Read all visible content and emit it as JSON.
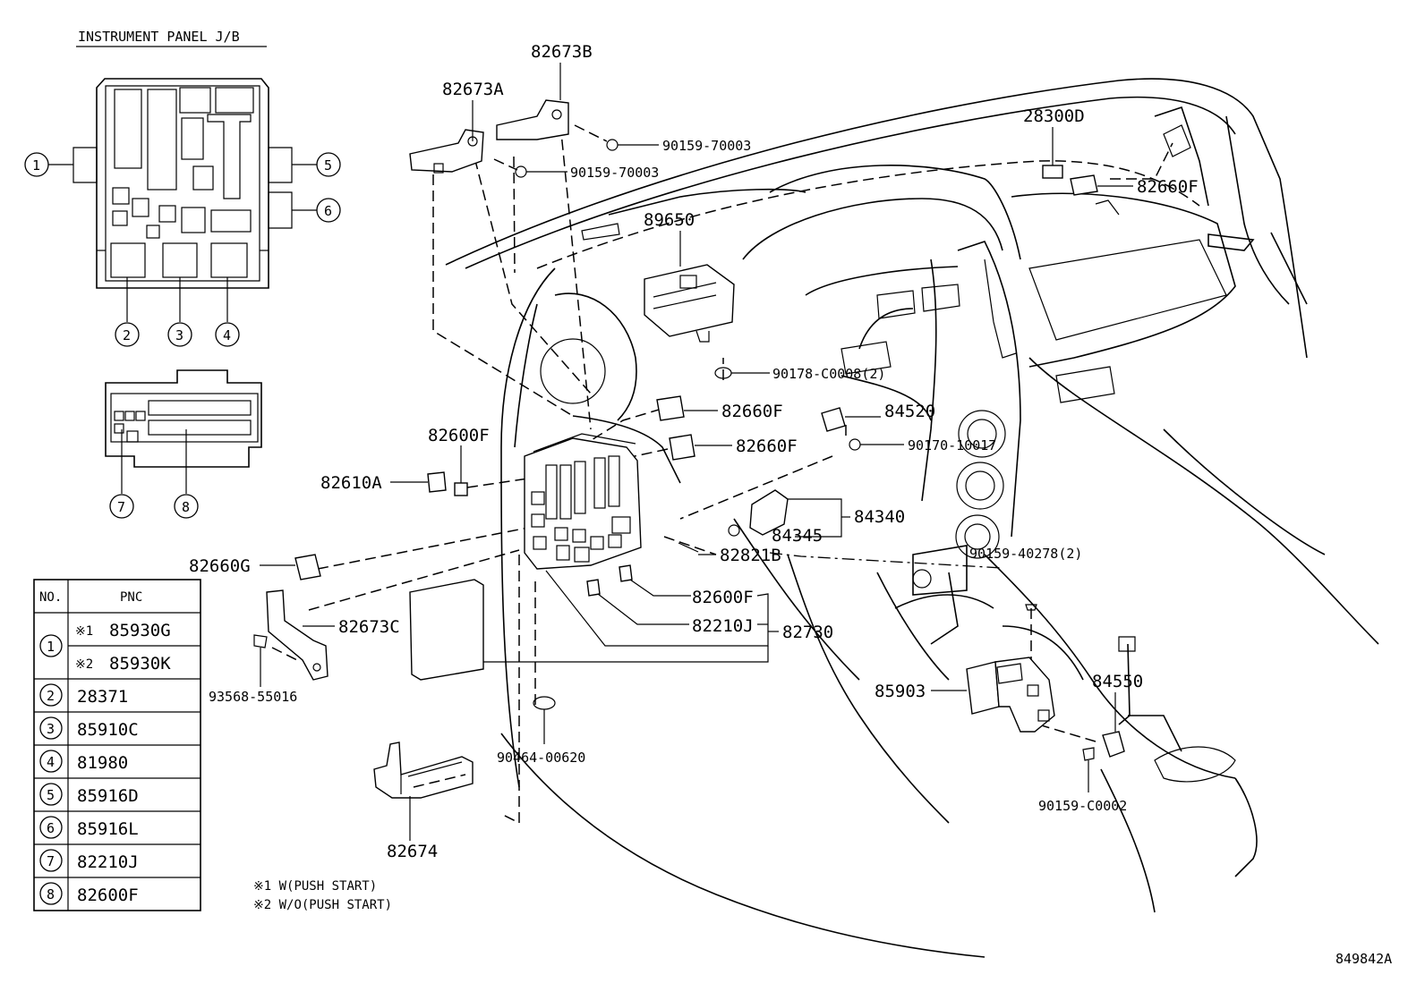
{
  "header": {
    "title": "INSTRUMENT PANEL J/B"
  },
  "jb_callouts": [
    "1",
    "2",
    "3",
    "4",
    "5",
    "6",
    "7",
    "8"
  ],
  "table": {
    "col_no": "NO.",
    "col_pnc": "PNC",
    "rows": [
      {
        "no": "1",
        "lines": [
          {
            "mark": "※1",
            "pnc": "85930G"
          },
          {
            "mark": "※2",
            "pnc": "85930K"
          }
        ]
      },
      {
        "no": "2",
        "pnc": "28371"
      },
      {
        "no": "3",
        "pnc": "85910C"
      },
      {
        "no": "4",
        "pnc": "81980"
      },
      {
        "no": "5",
        "pnc": "85916D"
      },
      {
        "no": "6",
        "pnc": "85916L"
      },
      {
        "no": "7",
        "pnc": "82210J"
      },
      {
        "no": "8",
        "pnc": "82600F"
      }
    ]
  },
  "notes": {
    "note1": "※1 W(PUSH START)",
    "note2": "※2 W/O(PUSH START)"
  },
  "parts": {
    "p82673B": "82673B",
    "p82673A": "82673A",
    "p90159_70003_a": "90159-70003",
    "p90159_70003_b": "90159-70003",
    "p28300D": "28300D",
    "p82660F_top": "82660F",
    "p89650": "89650",
    "p90178": "90178-C0008(2)",
    "p82660F_a": "82660F",
    "p82660F_b": "82660F",
    "p84520": "84520",
    "p90170": "90170-10017",
    "p82600F_a": "82600F",
    "p82610A": "82610A",
    "p84340": "84340",
    "p84345": "84345",
    "p82821B": "82821B",
    "p90159_40278": "90159-40278(2)",
    "p82660G": "82660G",
    "p82600F_b": "82600F",
    "p82210J": "82210J",
    "p82730": "82730",
    "p82673C": "82673C",
    "p93568": "93568-55016",
    "p85903": "85903",
    "p84550": "84550",
    "p90464": "90464-00620",
    "p90159_C0002": "90159-C0002",
    "p82674": "82674"
  },
  "footer": {
    "code": "849842A"
  }
}
